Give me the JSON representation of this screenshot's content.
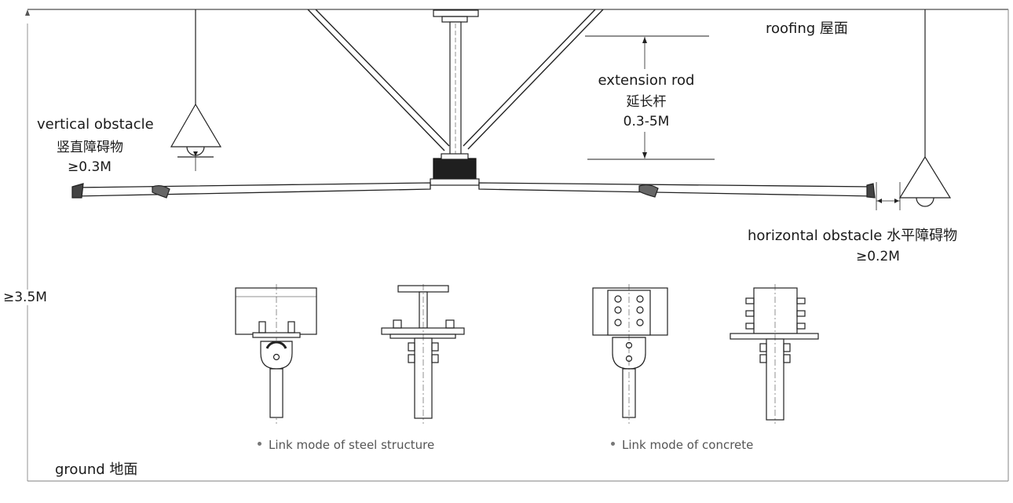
{
  "labels": {
    "roofing": "roofing 屋面",
    "vertical_obstacle": "vertical obstacle",
    "vertical_obstacle_cn": "竖直障碍物",
    "vertical_obstacle_value": "≥0.3M",
    "extension_rod": "extension rod",
    "extension_rod_cn": "延长杆",
    "extension_rod_value": "0.3-5M",
    "horizontal_obstacle": "horizontal obstacle 水平障碍物",
    "horizontal_obstacle_value": "≥0.2M",
    "height": "≥3.5M",
    "ground": "ground 地面"
  },
  "captions": {
    "steel": "Link mode of steel structure",
    "concrete": "Link mode of concrete"
  }
}
